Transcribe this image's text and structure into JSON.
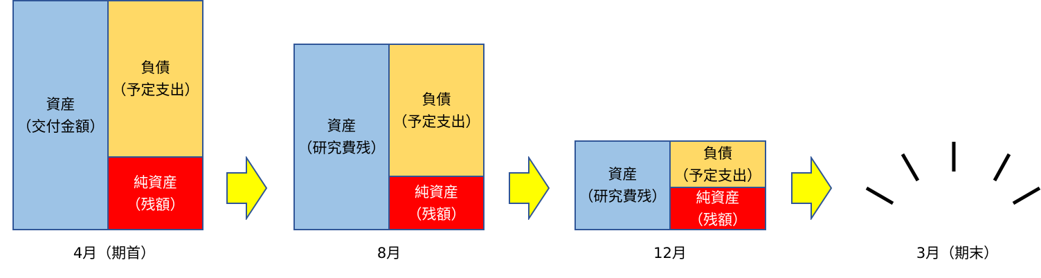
{
  "colors": {
    "asset": "#9dc3e6",
    "liability": "#ffd966",
    "equity": "#ff0000",
    "border": "#2f5597",
    "arrow_fill": "#ffff00",
    "arrow_stroke": "#2f5597"
  },
  "april": {
    "asset": "資産\n（交付金額）",
    "liability": "負債\n（予定支出）",
    "equity": "純資産\n（残額）",
    "label": "4月（期首）"
  },
  "august": {
    "asset": "資産\n（研究費残）",
    "liability": "負債\n（予定支出）",
    "equity": "純資産\n（残額）",
    "label": "8月"
  },
  "december": {
    "asset": "資産\n（研究費残）",
    "liability": "負債\n（予定支出）",
    "equity": "純資産\n（残額）",
    "label": "12月"
  },
  "march": {
    "label": "3月（期末）"
  }
}
